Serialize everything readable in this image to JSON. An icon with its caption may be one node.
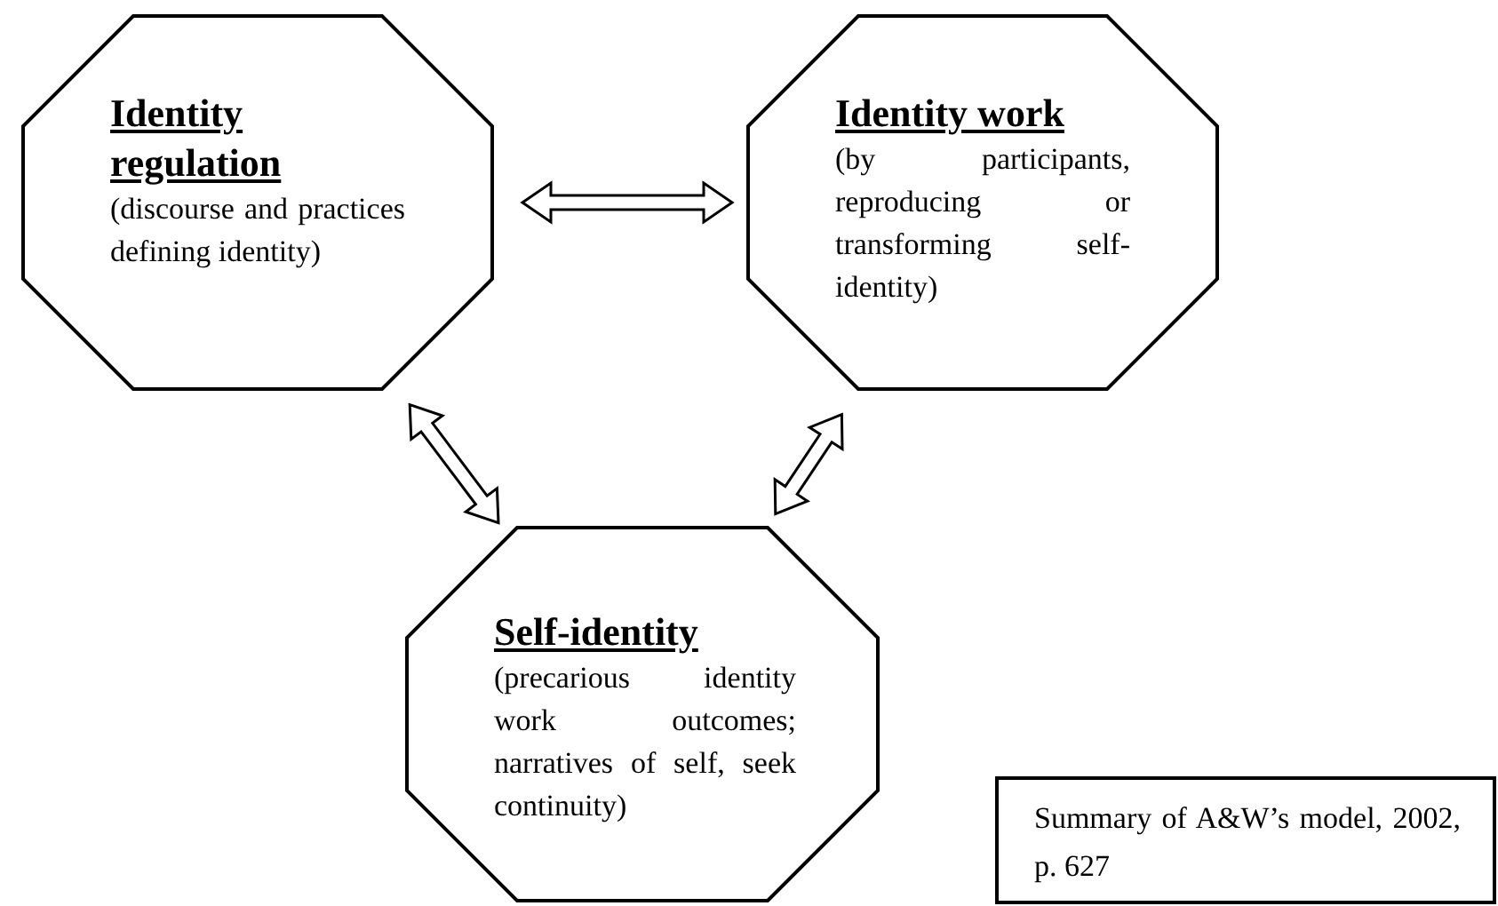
{
  "diagram": {
    "nodes": [
      {
        "text": [
          "Identity regulation",
          "(discourse and practices defining identity)"
        ]
      },
      {
        "text": [
          "Identity work",
          "(by participants, reproducing or transforming self-identity)"
        ]
      },
      {
        "text": [
          "Self-identity",
          "(precarious identity work outcomes; narratives of self, seek continuity)"
        ]
      },
      {
        "text": [
          "Summary of A&W’s model, 2002, p. 627"
        ]
      }
    ],
    "edges": [
      {
        "from": 0,
        "to": 1,
        "arrow": "both"
      },
      {
        "from": 0,
        "to": 2,
        "arrow": "both"
      },
      {
        "from": 1,
        "to": 2,
        "arrow": "both"
      }
    ]
  }
}
